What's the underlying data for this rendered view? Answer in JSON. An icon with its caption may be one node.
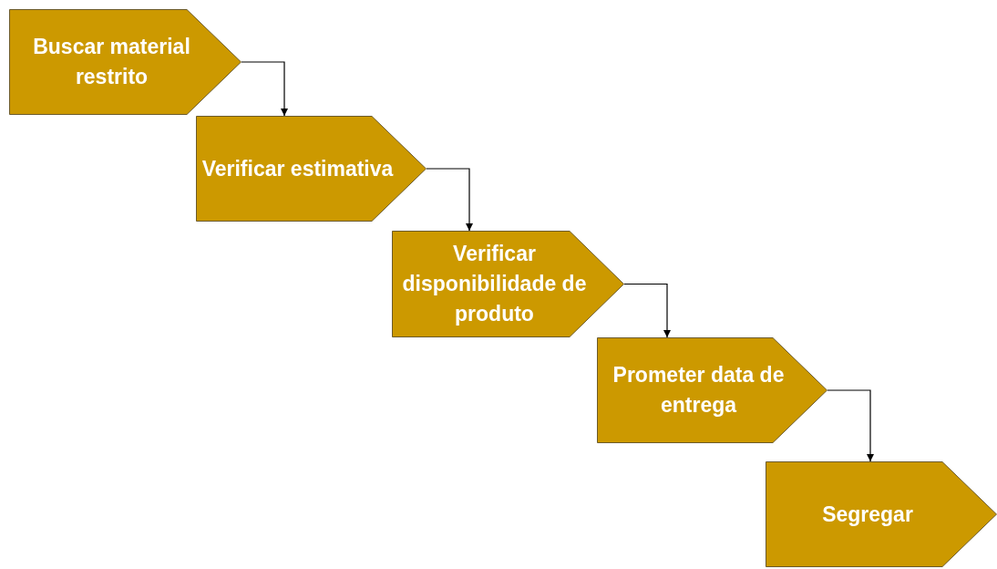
{
  "diagram": {
    "nodes": [
      {
        "text": [
          "Buscar material restrito"
        ]
      },
      {
        "text": [
          "Verificar estimativa"
        ]
      },
      {
        "text": [
          "Verificar disponibilidade de produto"
        ]
      },
      {
        "text": [
          "Prometer data de entrega"
        ]
      },
      {
        "text": [
          "Segregar"
        ]
      }
    ],
    "edges": [
      {
        "from": 0,
        "to": 1,
        "arrow": "to"
      },
      {
        "from": 1,
        "to": 2,
        "arrow": "to"
      },
      {
        "from": 2,
        "to": 3,
        "arrow": "to"
      },
      {
        "from": 3,
        "to": 4,
        "arrow": "to"
      }
    ]
  }
}
